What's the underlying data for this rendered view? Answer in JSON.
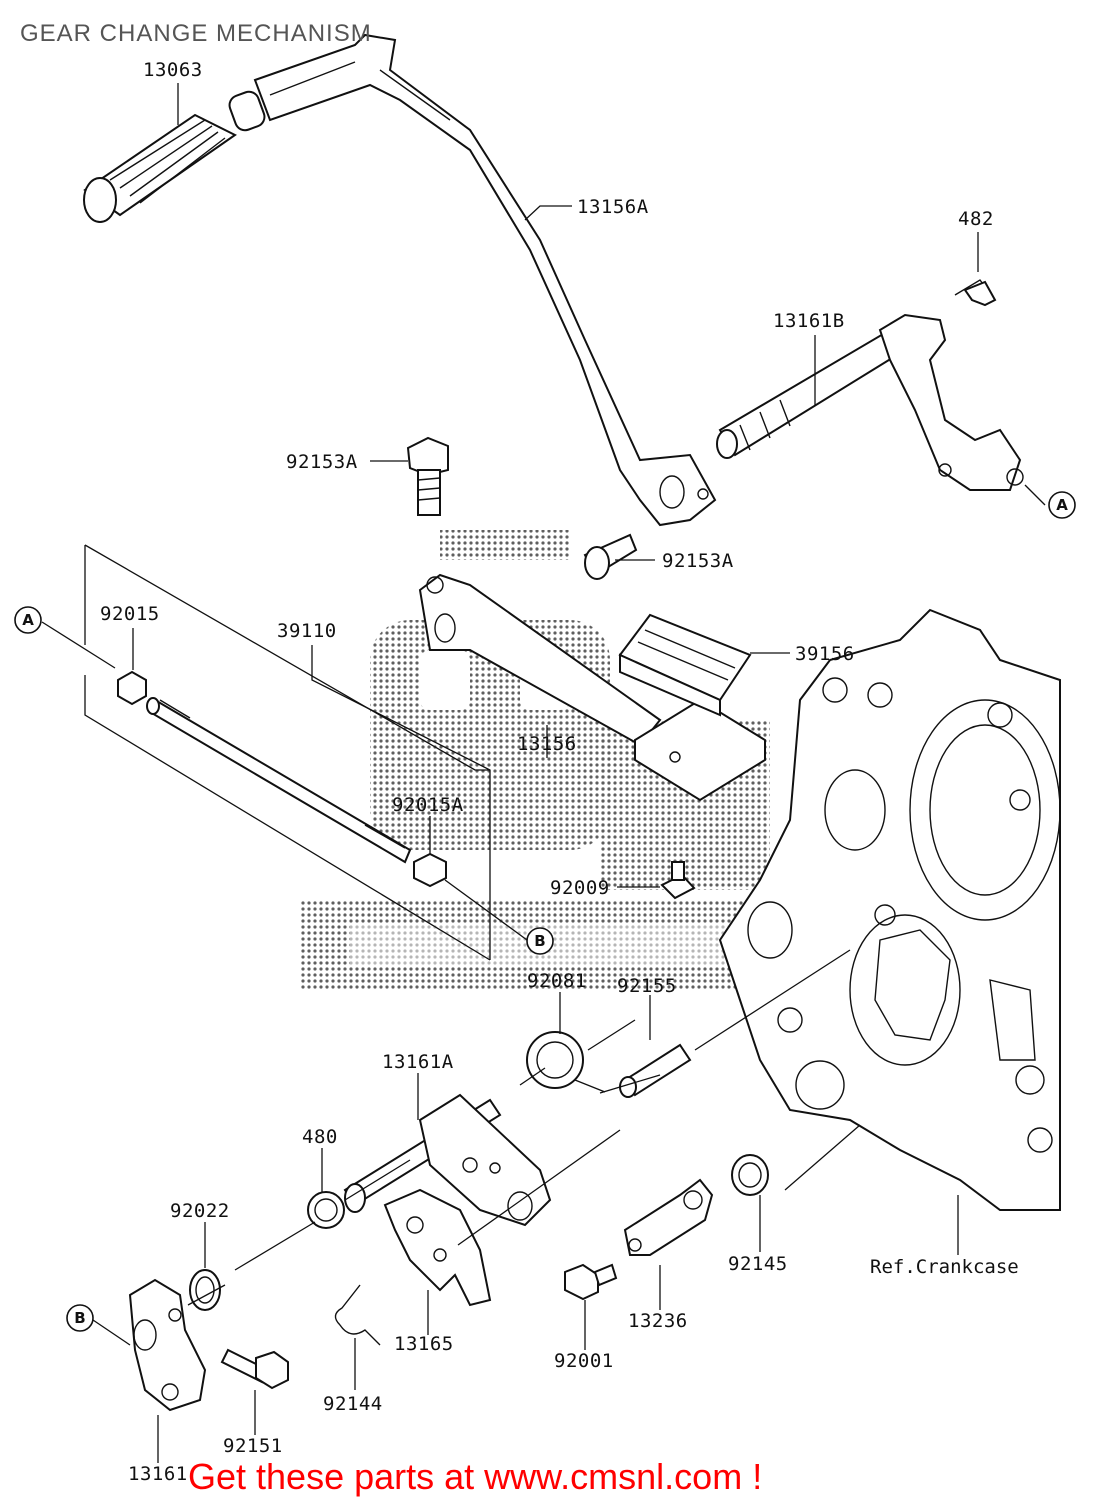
{
  "title": "GEAR CHANGE MECHANISM",
  "promo": "Get these parts at www.cmsnl.com !",
  "watermark_color": "#555555",
  "promo_color": "#ff0000",
  "labels": {
    "p13063": "13063",
    "p13156A": "13156A",
    "p482": "482",
    "p13161B": "13161B",
    "p92153A_top": "92153A",
    "p92153A_mid": "92153A",
    "p92015": "92015",
    "p39110": "39110",
    "p39156": "39156",
    "p13156": "13156",
    "p92015A": "92015A",
    "p92009": "92009",
    "p92081": "92081",
    "p92155": "92155",
    "p13161A": "13161A",
    "p480": "480",
    "p92022": "92022",
    "p92145": "92145",
    "p13236": "13236",
    "p92001": "92001",
    "p13165": "13165",
    "p92144": "92144",
    "p92151": "92151",
    "p13161_bottom": "13161",
    "ref_crankcase": "Ref.Crankcase"
  },
  "callouts": {
    "a_right": "A",
    "a_left": "A",
    "b_mid": "B",
    "b_left": "B"
  }
}
